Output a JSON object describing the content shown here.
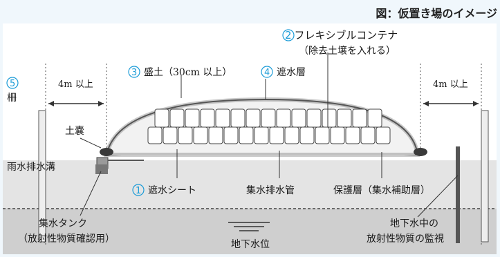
{
  "caption": "図：仮置き場のイメージ",
  "diagram": {
    "labels": {
      "item2_num": "2",
      "item2_line1": "フレキシブルコンテナ",
      "item2_line2": "（除去土壌を入れる）",
      "item3_num": "3",
      "item3_text": "盛土（30cm 以上）",
      "item4_num": "4",
      "item4_text": "遮水層",
      "item5_num": "5",
      "item5_text": "柵",
      "distance_left": "4m 以上",
      "distance_right": "4m 以上",
      "sandbag": "土嚢",
      "rain_ditch": "雨水排水溝",
      "item1_num": "1",
      "item1_text": "遮水シート",
      "drain_pipe": "集水排水管",
      "protect_layer": "保護層（集水補助層）",
      "tank_line1": "集水タンク",
      "tank_line2": "（放射性物質確認用）",
      "groundwater_level": "地下水位",
      "monitor_line1": "地下水中の",
      "monitor_line2": "放射性物質の監視"
    },
    "colors": {
      "accent": "#1a9bd7",
      "ground": "#e4e4e4",
      "subsoil": "#cfcfcf",
      "line": "#333333"
    }
  }
}
